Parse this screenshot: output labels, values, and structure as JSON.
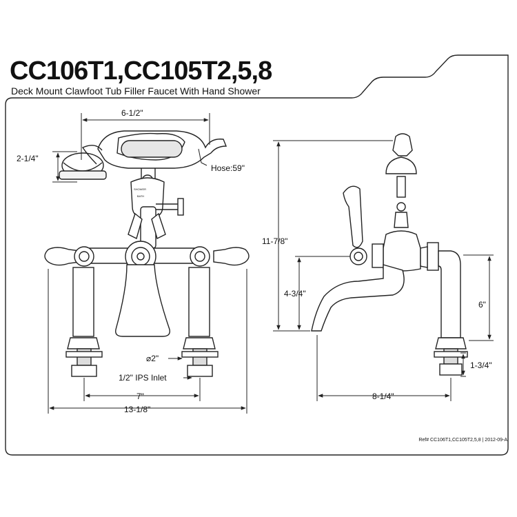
{
  "header": {
    "model": "CC106T1,CC105T2,5,8",
    "description": "Deck Mount Clawfoot Tub Filler Faucet With Hand Shower"
  },
  "front_view": {
    "dim_width_top": "6-1/2\"",
    "dim_shower_height": "2-1/4\"",
    "hose": "Hose:59\"",
    "diameter": "⌀2\"",
    "inlet": "1/2\" IPS Inlet",
    "dim_centers": "7\"",
    "dim_overall": "13-1/8\"",
    "valve_label_top": "SHOWER",
    "valve_label_bottom": "BATH"
  },
  "side_view": {
    "dim_height": "11-7/8\"",
    "dim_spout": "4-3/4\"",
    "dim_riser": "6\"",
    "dim_base": "1-3/4\"",
    "dim_reach": "8-1/4\""
  },
  "footer": {
    "ref": "Ref# CC106T1,CC105T2,5,8 | 2012-09-A"
  },
  "colors": {
    "line": "#222222",
    "fill": "#ffffff",
    "shade": "#e8e8e8"
  }
}
